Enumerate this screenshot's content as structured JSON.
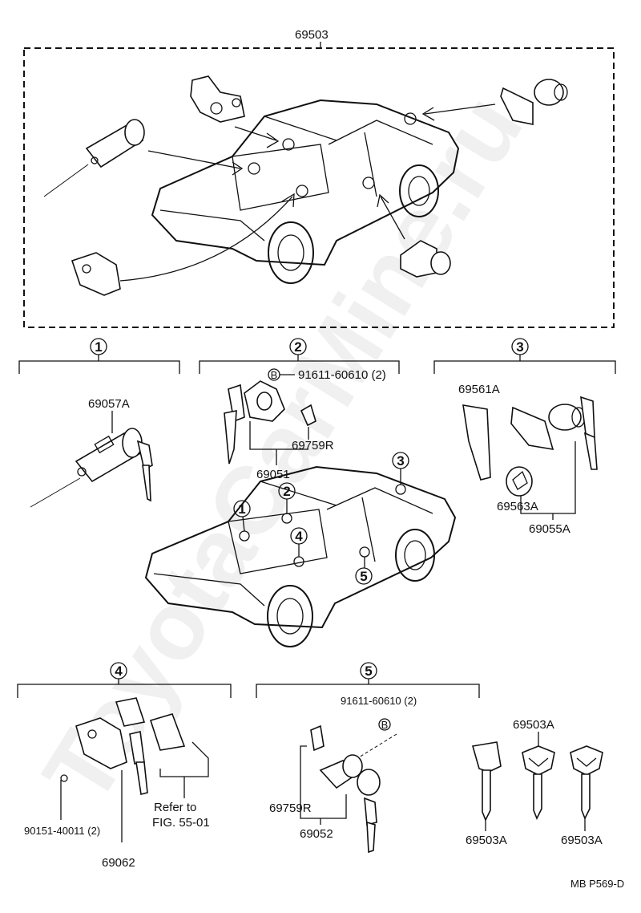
{
  "figure_code": "MB P569-D",
  "watermark": "ToyotaCarMine.ru",
  "overview": {
    "part_number": "69503"
  },
  "callouts": [
    "1",
    "2",
    "3",
    "4",
    "5"
  ],
  "section1": {
    "parts": [
      "69057A"
    ]
  },
  "section2": {
    "bolt": "B",
    "bolt_part": "91611-60610 (2)",
    "parts": [
      "69759R",
      "69051"
    ]
  },
  "section3": {
    "parts": [
      "69561A",
      "69563A",
      "69055A"
    ]
  },
  "section4": {
    "screw_part": "90151-40011 (2)",
    "parts": [
      "69062"
    ],
    "refer_line1": "Refer to",
    "refer_line2": "FIG. 55-01"
  },
  "section5": {
    "bolt": "B",
    "bolt_part": "91611-60610 (2)",
    "parts": [
      "69759R",
      "69052"
    ]
  },
  "keys": {
    "top_label": "69503A",
    "left_label": "69503A",
    "right_label": "69503A"
  }
}
